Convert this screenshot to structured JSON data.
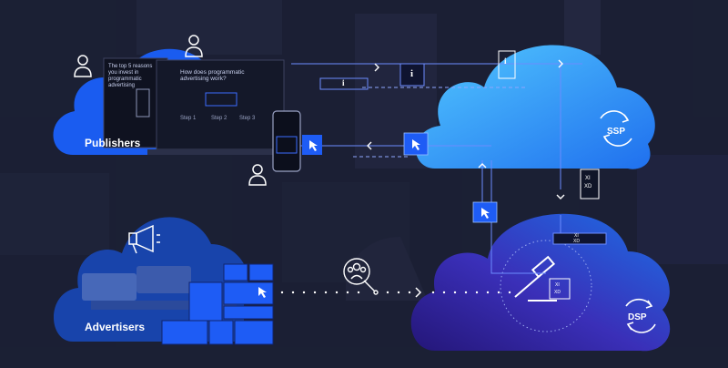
{
  "labels": {
    "publishers": "Publishers",
    "advertisers": "Advertisers",
    "ssp": "SSP",
    "dsp": "DSP"
  },
  "screen": {
    "heading_back": "The top 5 reasons you invest in programmatic advertising",
    "heading_front": "How does programmatic advertising work?",
    "step1": "Step 1",
    "step2": "Step 2",
    "step3": "Step 3"
  },
  "icons": {
    "info": "i",
    "cookie_top": "XI",
    "cookie_bottom": "XD"
  },
  "colors": {
    "background": "#1b1f33",
    "publisher_cloud": "#1a5cf0",
    "ssp_cloud_light": "#4fc3ff",
    "ssp_cloud_dark": "#1f73ef",
    "dsp_cloud_light": "#1e6fe6",
    "dsp_cloud_dark": "#2a1a8a",
    "accent": "#2f6bff"
  }
}
